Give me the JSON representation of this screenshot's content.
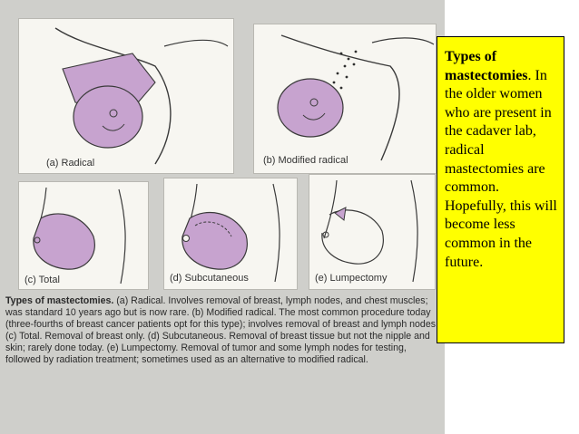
{
  "panels": {
    "radical": "(a) Radical",
    "modified_radical": "(b) Modified radical",
    "total": "(c) Total",
    "subcutaneous": "(d) Subcutaneous",
    "lumpectomy": "(e) Lumpectomy"
  },
  "caption": {
    "title": "Types of mastectomies.",
    "body": " (a) Radical. Involves removal of breast, lymph nodes, and chest muscles; was standard 10 years ago but is now rare. (b) Modified radical. The most common procedure today (three-fourths of breast cancer patients opt for this type); involves removal of breast and lymph nodes. (c) Total. Removal of breast only. (d) Subcutaneous. Removal of breast tissue but not the nipple and skin; rarely done today. (e) Lumpectomy. Removal of tumor and some lymph nodes for testing, followed by radiation treatment; sometimes used as an alternative to modified radical."
  },
  "note": {
    "title": "Types of mastectomies",
    "body": ". In the older women who are present in the cadaver lab, radical mastectomies are common. Hopefully, this will become less common in the future."
  },
  "colors": {
    "tissue": "#c7a3cf",
    "line": "#3a3a3a",
    "highlight": "#ffff00"
  }
}
